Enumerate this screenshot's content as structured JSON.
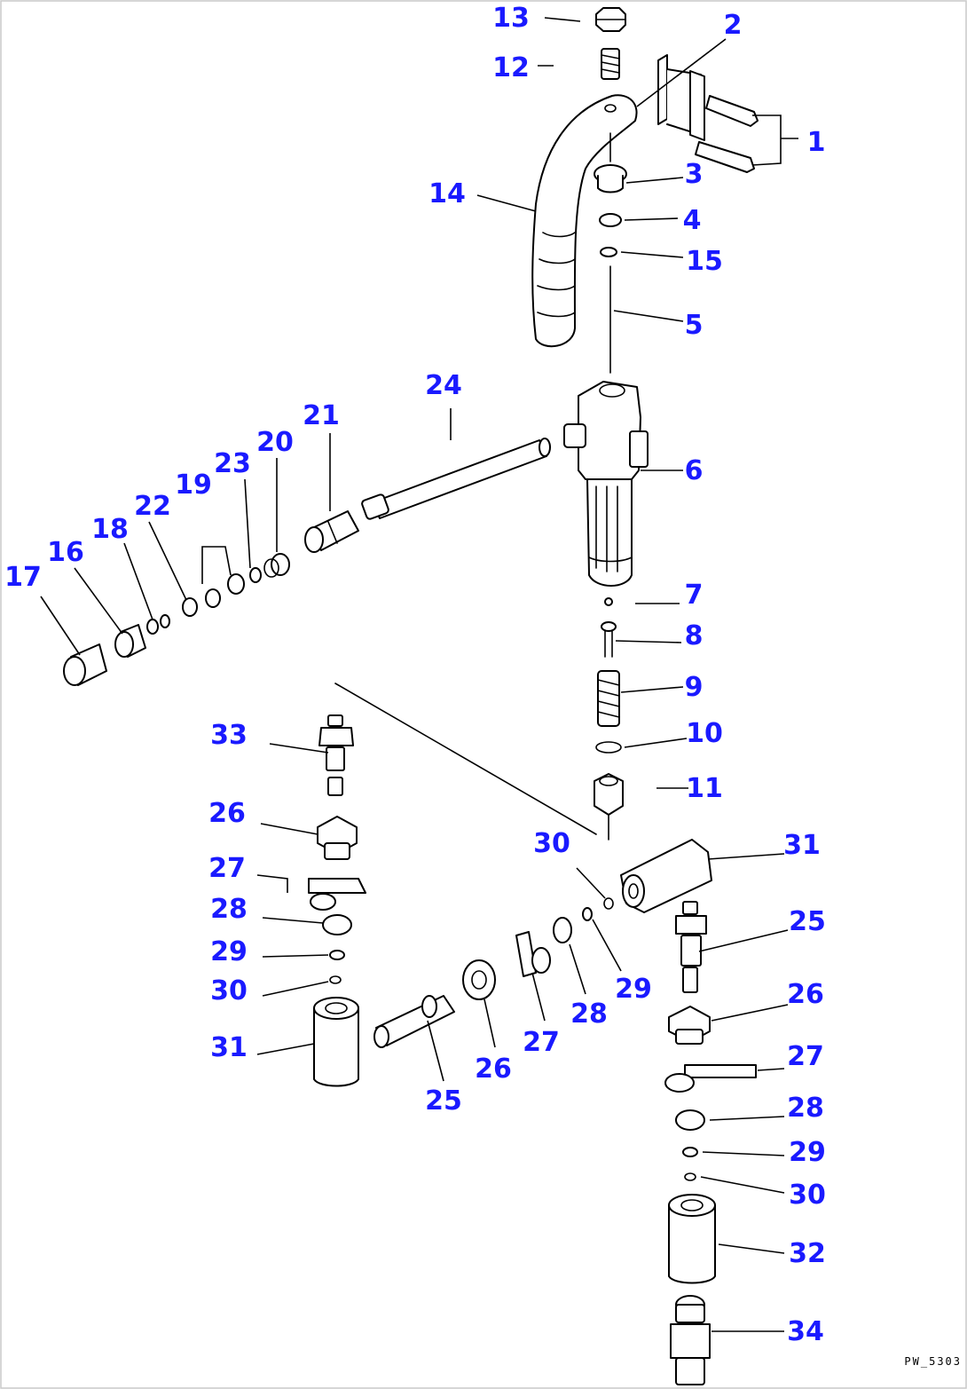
{
  "diagram": {
    "drawing_code": "PW_5303",
    "callouts": [
      "13",
      "12",
      "2",
      "1",
      "3",
      "4",
      "15",
      "14",
      "5",
      "24",
      "21",
      "20",
      "23",
      "19",
      "22",
      "18",
      "16",
      "17",
      "6",
      "7",
      "8",
      "9",
      "10",
      "11",
      "33",
      "26",
      "27",
      "28",
      "29",
      "30",
      "31",
      "30",
      "31",
      "25",
      "29",
      "28",
      "27",
      "26",
      "25",
      "26",
      "27",
      "28",
      "29",
      "30",
      "32",
      "34"
    ]
  }
}
